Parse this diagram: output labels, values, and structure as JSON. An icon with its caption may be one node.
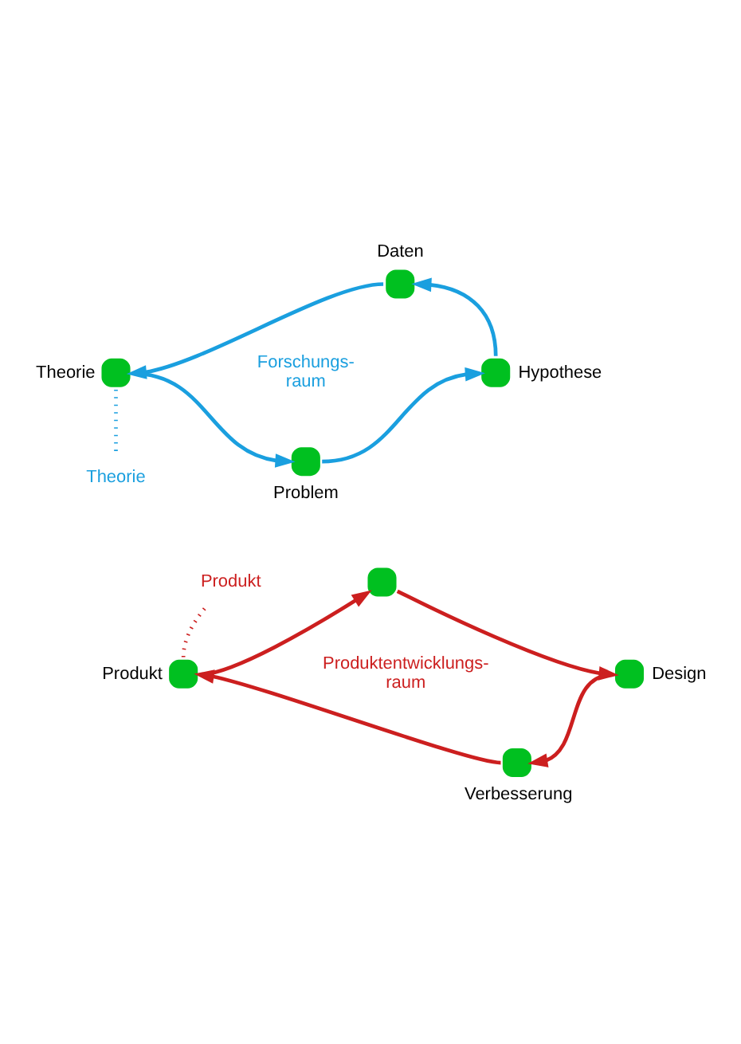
{
  "diagram": {
    "nodes": [
      {
        "text": [
          "Daten"
        ]
      },
      {
        "text": [
          "Theorie"
        ]
      },
      {
        "text": [
          "Hypothese"
        ]
      },
      {
        "text": [
          "Problem"
        ]
      },
      {
        "text": [],
        "shape": "circle"
      },
      {
        "text": [
          "Design"
        ]
      },
      {
        "text": [
          "Verbesserung"
        ]
      },
      {
        "text": [
          "Produkt"
        ]
      },
      {
        "text": [
          "Theorie"
        ]
      },
      {
        "text": [
          "Produkt"
        ]
      }
    ],
    "edges": [
      {
        "from": 0,
        "to": 1,
        "arrow": "to",
        "color": "#1a9fdf"
      },
      {
        "from": 1,
        "to": 3,
        "arrow": "to",
        "color": "#1a9fdf"
      },
      {
        "from": 3,
        "to": 2,
        "arrow": "to",
        "color": "#1a9fdf"
      },
      {
        "from": 2,
        "to": 0,
        "arrow": "to",
        "color": "#1a9fdf"
      },
      {
        "from": 4,
        "to": 5,
        "arrow": "to",
        "color": "#cc1f1f"
      },
      {
        "from": 5,
        "to": 6,
        "arrow": "to",
        "color": "#cc1f1f"
      },
      {
        "from": 6,
        "to": 7,
        "arrow": "to",
        "color": "#cc1f1f"
      },
      {
        "from": 7,
        "to": 4,
        "arrow": "to",
        "color": "#cc1f1f"
      },
      {
        "from": 1,
        "to": 8,
        "arrow": "none",
        "style": "dashed",
        "color": "#1a9fdf"
      },
      {
        "from": 7,
        "to": 9,
        "arrow": "none",
        "style": "dashed",
        "color": "#cc1f1f"
      }
    ],
    "labels": [
      "Forschungs- raum",
      "Produktentwicklungs- raum"
    ]
  }
}
